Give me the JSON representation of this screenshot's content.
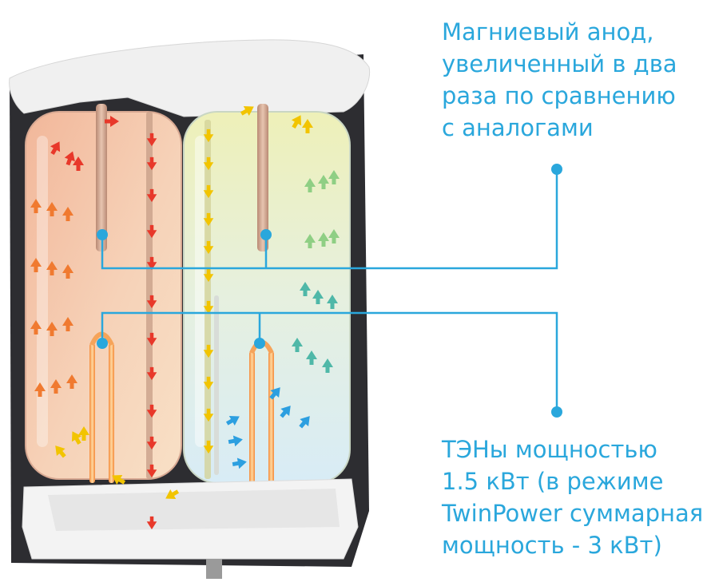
{
  "callouts": {
    "anode": {
      "lines": [
        "Магниевый анод,",
        "увеличенный в два",
        "раза по сравнению",
        "с аналогами"
      ]
    },
    "heaters": {
      "lines": [
        "ТЭНы мощностью",
        "1.5 кВт (в режиме",
        "TwinPower суммарная",
        "мощность - 3 кВт)"
      ]
    }
  },
  "colors": {
    "callout": "#2aa7dc",
    "hot_arrow": "#e8382a",
    "warm_arrow": "#f07a30",
    "yellow_arrow": "#f2c400",
    "green_arrow": "#8fcf84",
    "teal_arrow": "#4fb8a8",
    "cold_arrow": "#2c9fe0",
    "body_dark": "#2d2d31",
    "casing": "#eeeeee"
  }
}
